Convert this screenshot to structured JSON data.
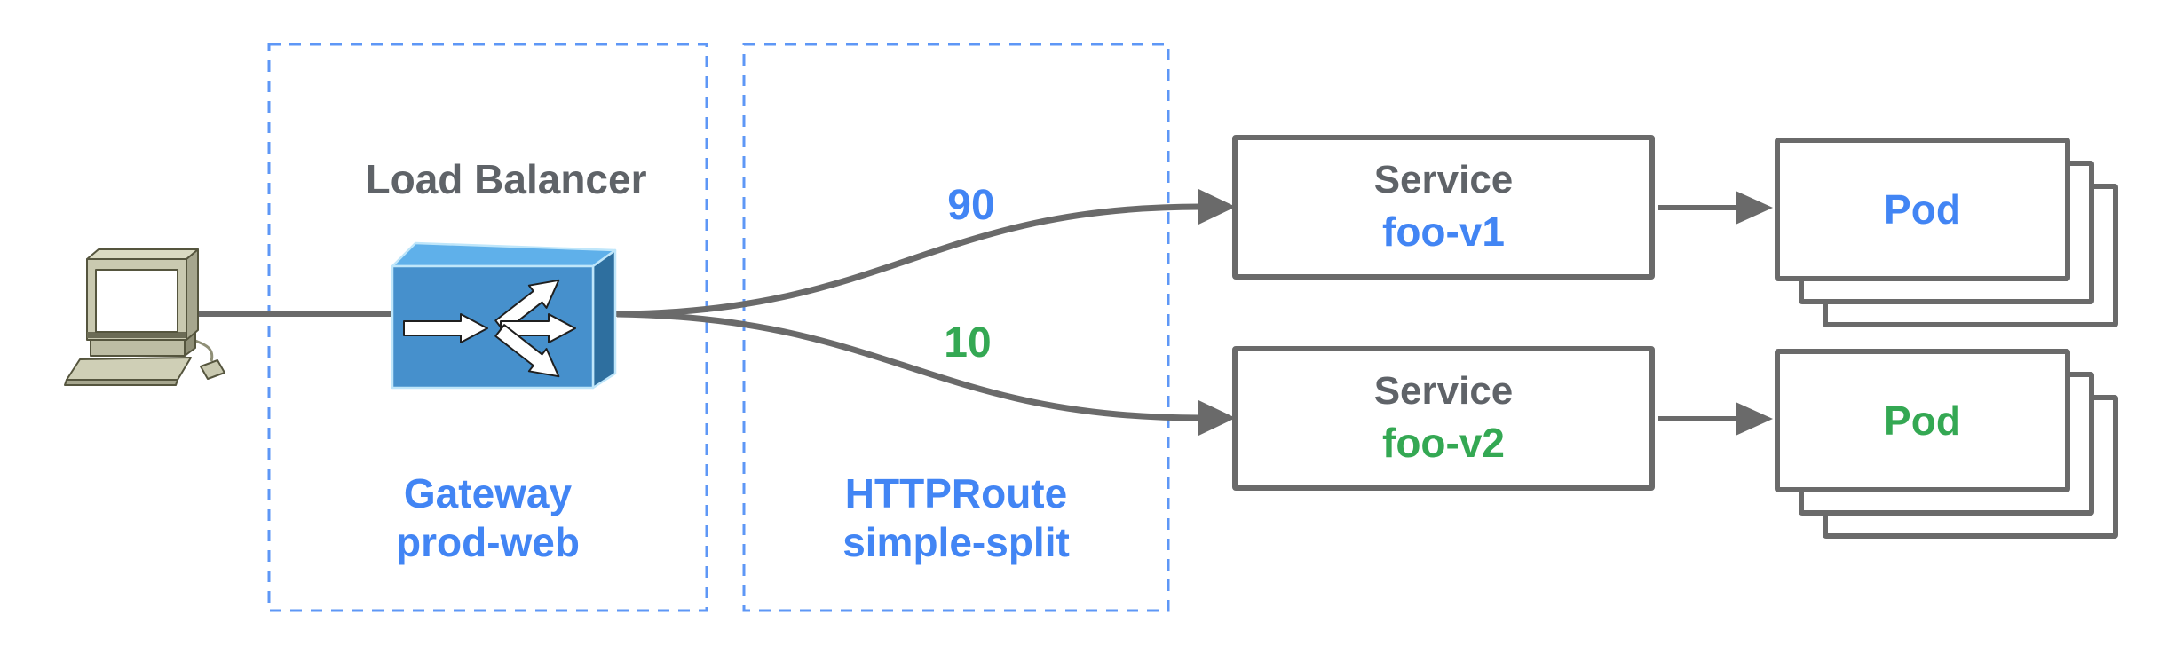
{
  "client": {
    "icon": "desktop-computer-icon"
  },
  "gateway": {
    "title": "Load Balancer",
    "icon": "load-balancer-icon",
    "kind": "Gateway",
    "name": "prod-web"
  },
  "httproute": {
    "kind": "HTTPRoute",
    "name": "simple-split"
  },
  "routes": [
    {
      "weight": "90",
      "color": "#4285f4",
      "target": "foo-v1"
    },
    {
      "weight": "10",
      "color": "#34a853",
      "target": "foo-v2"
    }
  ],
  "services": [
    {
      "title": "Service",
      "name": "foo-v1",
      "name_color": "#4285f4"
    },
    {
      "title": "Service",
      "name": "foo-v2",
      "name_color": "#34a853"
    }
  ],
  "pods": [
    {
      "label": "Pod",
      "color": "#4285f4"
    },
    {
      "label": "Pod",
      "color": "#34a853"
    }
  ],
  "colors": {
    "blue_text": "#4285f4",
    "green_text": "#34a853",
    "gray_text": "#5f6368",
    "line_gray": "#6a6a6a",
    "dashed_border_blue": "#5e97f6",
    "lb_icon_front": "#4690cc",
    "lb_icon_top": "#5fb0ea",
    "lb_icon_side": "#2e6f9f",
    "computer_body": "#c9c9b0",
    "background": "#ffffff"
  }
}
